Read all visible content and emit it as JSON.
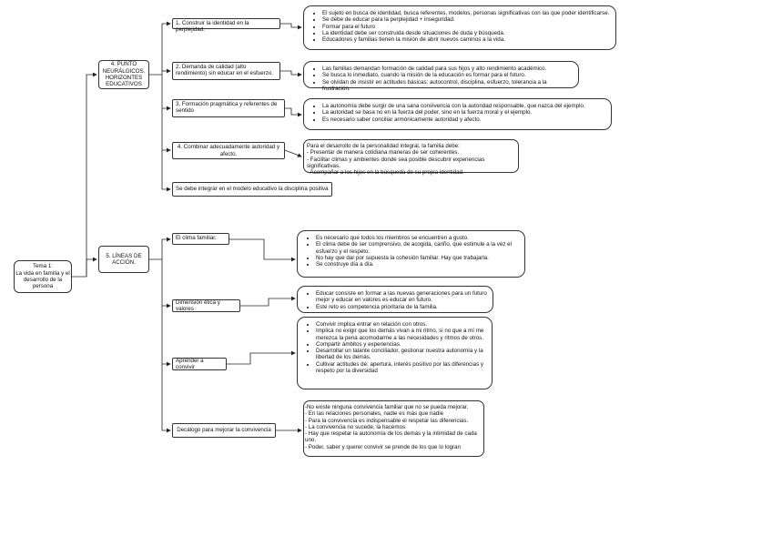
{
  "root": {
    "label": "Tema 1:\nLa vida en familia y el desarrollo de la persona"
  },
  "sections": [
    {
      "label": "4. PUNTO NEURÁLGICOS. HORIZONTES EDUCATIVOS",
      "items": [
        {
          "label": "1. Construir la identidad en la perplejidad.",
          "details": [
            "El sujeto en busca de identidad, busca referentes, modelos, personas significativas con las que poder identificarse.",
            "Se debe de educar para la perplejidad + inseguridad.",
            "Formar para el futuro",
            "La identidad debe ser construida desde situaciones de duda y búsqueda.",
            "Educadores y familias tienen la misión de abrir nuevos caminos a la vida."
          ]
        },
        {
          "label": "2. Demanda de calidad (alto rendimiento) sin educar en el esfuerzo.",
          "details": [
            "Las familias demandan formación de calidad para sus hijos y alto rendimiento académico.",
            "Se busca lo inmediato, cuando la misión de la educación es formar para el futuro.",
            "Se olvidan de insistir en actitudes básicas: autocontrol, disciplina, esfuerzo, tolerancia a la frustración."
          ]
        },
        {
          "label": "3. Formación pragmática y referentes de sentido",
          "details": [
            "La autonomía debe surgir de una sana convivencia con la autoridad responsable, que nazca del ejemplo.",
            "La autoridad se basa no en la fuerza del poder, sino en la fuerza moral y el ejemplo.",
            "Es necesario saber conciliar armónicamente autoridad y afecto."
          ]
        },
        {
          "label": "4. Combinar adecuadamente autoridad y afecto.",
          "details_text": [
            "Para el desarrollo de la personalidad integral, la familia debe:",
            "- Presentar de manera cotidiana maneras de ser coherentes.",
            "- Facilitar climas y ambientes donde sea posible descubrir experiencias significativas.",
            "- Acompañar a los hijos en la búsqueda de su propia identidad."
          ]
        },
        {
          "label": "Se debe integrar en el modelo educativo la disciplina positiva"
        }
      ]
    },
    {
      "label": "5. LÍNEAS DE ACCIÓN.",
      "items": [
        {
          "label": "El clima familiar.",
          "details": [
            "Es necesario que todos los miembros se encuentren a gusto.",
            "El clima debe de ser comprensivo, de acogida, cariño, que estimule a la vez el esfuerzo y el respeto.",
            "No hay que dar por supuesta la cohesión familiar. Hay que trabajarla.",
            "Se construye día a día."
          ]
        },
        {
          "label": "Dimensión ética y valores",
          "details": [
            "Educar consiste en formar a las nuevas generaciones para un futuro mejor y educar en valores es educar en futuro.",
            "Este reto es competencia prioritaria de la familia."
          ]
        },
        {
          "label": "Aprender a convivir",
          "details": [
            "Convivir implica entrar en relación con otros.",
            "Implica no exigir que los demás vivan a mi ritmo, si no que a mí me merezca la pena acomodarme a las necesidades y ritmos de otros.",
            "Compartir ámbitos y experiencias.",
            "Desarrollar un talante conciliador, gestionar nuestra autonomía y la libertad de los demás.",
            "Cultivar actitudes de: apertura, interés positivo por las diferencias y respeto por la diversidad"
          ]
        },
        {
          "label": "Decálogo para mejorar la convivencia",
          "details_text": [
            "-No existe ninguna convivencia familiar que no se pueda mejorar.",
            "- En las relaciones personales, nadie es más que nadie",
            "- Para la convivencia es indispensable el respetar las diferencias.",
            "- La convivencia no sucede, la hacemos",
            "- Hay que respetar la autonomía de los demás y la intimidad de cada uno.",
            "- Poder, saber y querer convivir se prende de los que lo logran"
          ]
        }
      ]
    }
  ]
}
